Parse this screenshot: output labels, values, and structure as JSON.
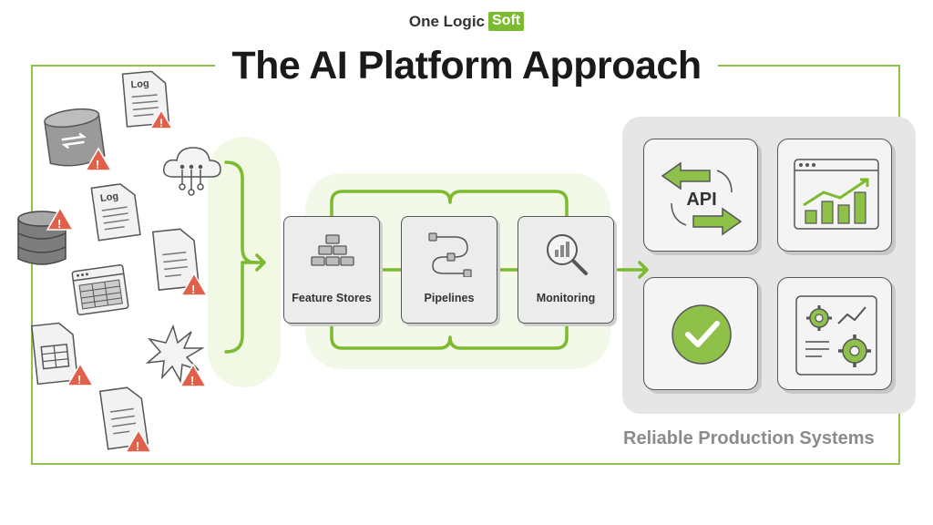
{
  "brand": {
    "name": "One Logic",
    "badge": "Soft"
  },
  "title": "The AI Platform Approach",
  "sources": {
    "log_label": "Log"
  },
  "stages": [
    {
      "label": "Feature Stores",
      "icon": "bricks-icon"
    },
    {
      "label": "Pipelines",
      "icon": "pipes-icon"
    },
    {
      "label": "Monitoring",
      "icon": "magnifier-chart-icon"
    }
  ],
  "outputs": {
    "api_label": "API",
    "label": "Reliable Production Systems"
  },
  "colors": {
    "accent_green": "#7cba2f",
    "frame_green": "#8fc04a",
    "warning_red": "#e0604a",
    "panel_gray": "#e6e6e6"
  }
}
